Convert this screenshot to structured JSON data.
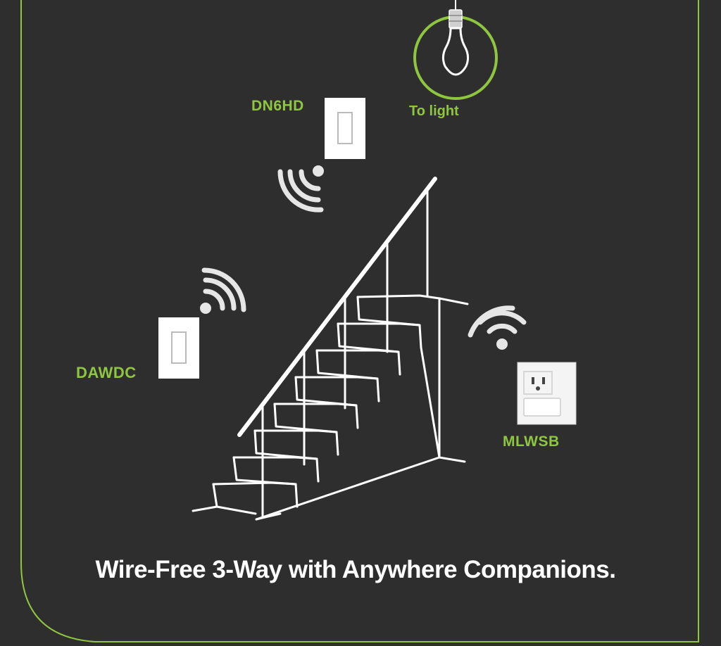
{
  "colors": {
    "background": "#2e2e2e",
    "accent": "#8fc63f",
    "line": "#ffffff",
    "text": "#ffffff"
  },
  "labels": {
    "dn6hd": "DN6HD",
    "to_light": "To light",
    "dawdc": "DAWDC",
    "mlwsb": "MLWSB"
  },
  "caption": "Wire-Free 3-Way with Anywhere Companions.",
  "icons": [
    "light-bulb-icon",
    "wifi-signal-icon",
    "wall-switch-icon",
    "outlet-icon",
    "staircase-illustration"
  ]
}
